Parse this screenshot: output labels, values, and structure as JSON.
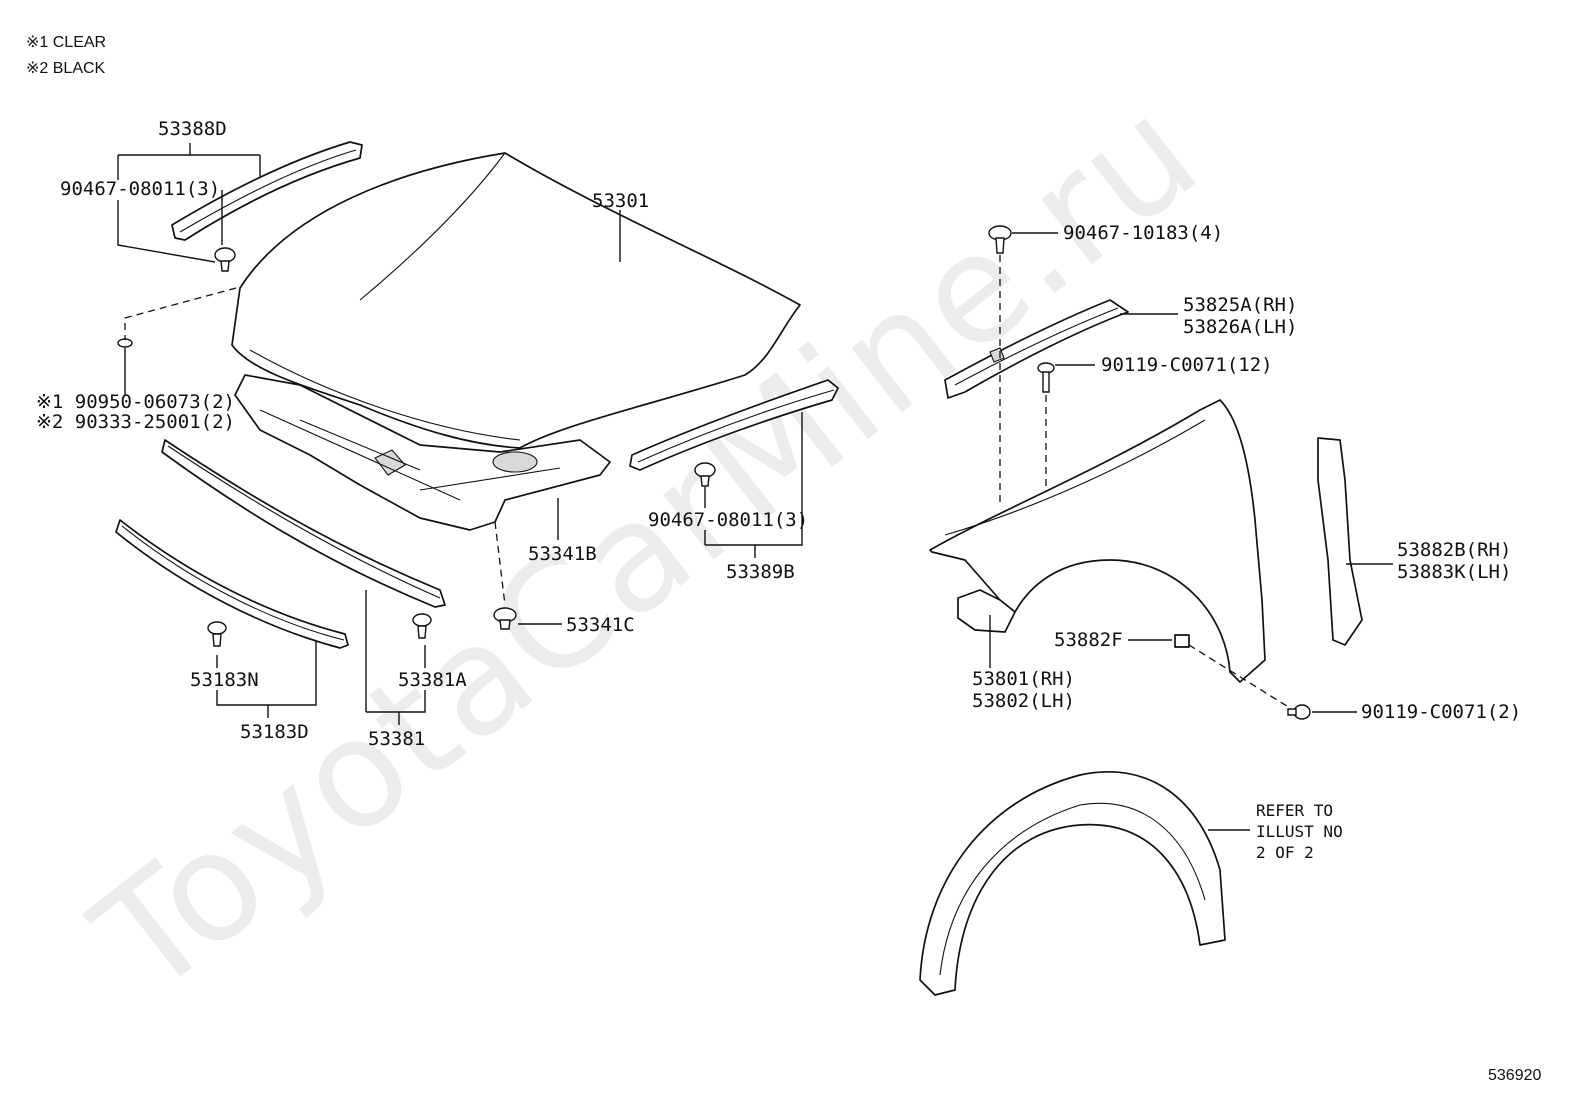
{
  "legend": {
    "clear": "※1 CLEAR",
    "black": "※2 BLACK"
  },
  "watermark": "ToyotaCarMine.ru",
  "labels": {
    "l_53388D": "53388D",
    "l_90467_08011_a": "90467-08011(3)",
    "l_53301": "53301",
    "l_90950": "※1 90950-06073(2)",
    "l_90333": "※2 90333-25001(2)",
    "l_53341B": "53341B",
    "l_53341C": "53341C",
    "l_90467_08011_b": "90467-08011(3)",
    "l_53389B": "53389B",
    "l_53183N": "53183N",
    "l_53183D": "53183D",
    "l_53381A": "53381A",
    "l_53381": "53381",
    "l_90467_10183": "90467-10183(4)",
    "l_53825A": "53825A(RH)",
    "l_53826A": "53826A(LH)",
    "l_90119_12": "90119-C0071(12)",
    "l_53882B": "53882B(RH)",
    "l_53883K": "53883K(LH)",
    "l_53882F": "53882F",
    "l_53801": "53801(RH)",
    "l_53802": "53802(LH)",
    "l_90119_2": "90119-C0071(2)",
    "l_refer1": "REFER TO",
    "l_refer2": "ILLUST NO",
    "l_refer3": "2 OF 2",
    "l_fig": "536920"
  }
}
